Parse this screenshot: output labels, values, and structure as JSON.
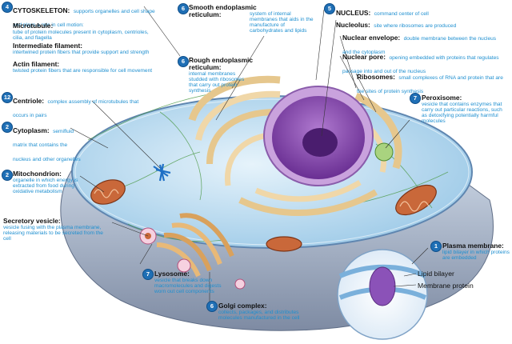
{
  "colors": {
    "badge": "#1f6fb5",
    "description": "#1e8fd0",
    "cytoplasm": "#cfe7f6",
    "nucleus": "#8e4bb5",
    "golgi": "#d9a15c",
    "mitochondrion": "#b9592b"
  },
  "labels": {
    "cytoskeleton": {
      "badge": "4",
      "title": "CYTOSKELETON:",
      "desc": "supports organelles and cell shape and plays a role in cell motion:"
    },
    "microtubule": {
      "title": "Microtubule:",
      "desc": "tube of protein molecules present in cytoplasm, centrioles, cilia, and flagella"
    },
    "intermediate_filament": {
      "title": "Intermediate filament:",
      "desc": "intertwined protein fibers that provide support and strength"
    },
    "actin_filament": {
      "title": "Actin filament:",
      "desc": "twisted protein fibers that are responsible for cell movement"
    },
    "centriole": {
      "badge": "12",
      "title": "Centriole:",
      "desc": "complex assembly of microtubules that occurs in pairs"
    },
    "cytoplasm": {
      "badge": "2",
      "title": "Cytoplasm:",
      "desc": "semifluid matrix that contains the nucleus and other organelles"
    },
    "mitochondrion": {
      "badge": "2",
      "title": "Mitochondrion:",
      "desc": "organelle in which energy is extracted from food during oxidative metabolism"
    },
    "secretory_vesicle": {
      "title": "Secretory vesicle:",
      "desc": "vesicle fusing with the plasma membrane, releasing materials to be secreted from the cell"
    },
    "smooth_er": {
      "badge": "6",
      "title": "Smooth endoplasmic reticulum:",
      "desc": "system of internal membranes that aids in the manufacture of carbohydrates and lipids"
    },
    "rough_er": {
      "badge": "6",
      "title": "Rough endoplasmic reticulum:",
      "desc": "internal membranes studded with ribosomes that carry out protein synthesis"
    },
    "nucleus": {
      "badge": "5",
      "title": "NUCLEUS:",
      "desc": "command center of cell"
    },
    "nucleolus": {
      "title": "Nucleolus:",
      "desc": "site where ribosomes are produced"
    },
    "nuclear_envelope": {
      "title": "Nuclear envelope:",
      "desc": "double membrane between the nucleus and the cytoplasm"
    },
    "nuclear_pore": {
      "title": "Nuclear pore:",
      "desc": "opening embedded with proteins that regulates passage into and out of the nucleus"
    },
    "ribosomes": {
      "title": "Ribosomes:",
      "desc": "small complexes of RNA and protein that are the sites of protein synthesis"
    },
    "peroxisome": {
      "badge": "7",
      "title": "Peroxisome:",
      "desc": "vesicle that contains enzymes that carry out particular reactions, such as detoxifying potentially harmful molecules"
    },
    "lysosome": {
      "badge": "7",
      "title": "Lysosome:",
      "desc": "vesicle that breaks down macromolecules and digests worn out cell components"
    },
    "golgi": {
      "badge": "6",
      "title": "Golgi complex:",
      "desc": "collects, packages, and distributes molecules manufactured in the cell"
    },
    "plasma_membrane": {
      "badge": "1",
      "title": "Plasma membrane:",
      "desc": "lipid bilayer in which proteins are embedded"
    },
    "lipid_bilayer": {
      "title": "Lipid bilayer"
    },
    "membrane_protein": {
      "title": "Membrane protein"
    }
  }
}
